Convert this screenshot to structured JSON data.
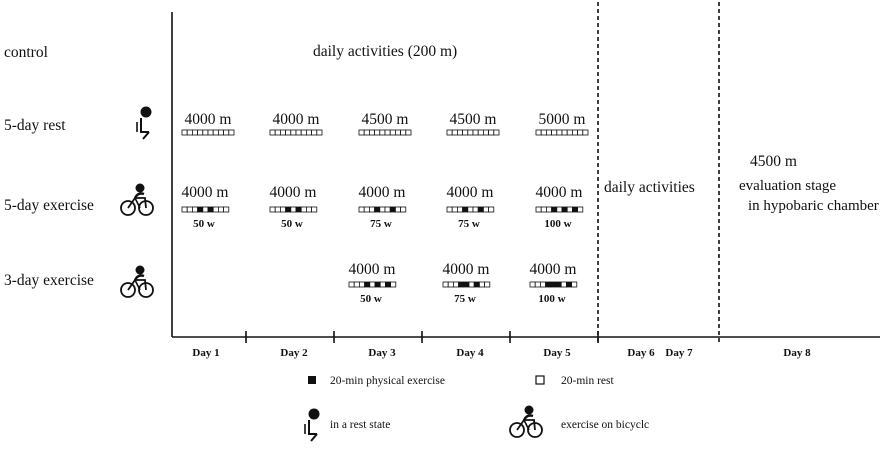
{
  "rows": [
    {
      "label": "control"
    },
    {
      "label": "5-day rest"
    },
    {
      "label": "5-day exercise"
    },
    {
      "label": "3-day exercise"
    }
  ],
  "control_text": "daily activities (200 m)",
  "rest_altitudes": [
    "4000 m",
    "4000 m",
    "4500 m",
    "4500 m",
    "5000 m"
  ],
  "ex5": {
    "altitudes": [
      "4000 m",
      "4000 m",
      "4000 m",
      "4000 m",
      "4000 m"
    ],
    "watts": [
      "50 w",
      "50 w",
      "75 w",
      "75 w",
      "100 w"
    ]
  },
  "ex3": {
    "altitudes": [
      "4000 m",
      "4000 m",
      "4000 m"
    ],
    "watts": [
      "50 w",
      "75 w",
      "100 w"
    ]
  },
  "daily_activities": "daily activities",
  "eval": {
    "altitude": "4500 m",
    "line1": "evaluation stage",
    "line2": "in hypobaric chamber"
  },
  "days": [
    "Day 1",
    "Day 2",
    "Day 3",
    "Day 4",
    "Day 5",
    "Day 6",
    "Day 7",
    "Day 8"
  ],
  "legend": {
    "exercise": "20-min physical exercise",
    "rest": "20-min rest",
    "rest_state": "in a rest state",
    "bicycle": "exercise on bicyclc"
  }
}
